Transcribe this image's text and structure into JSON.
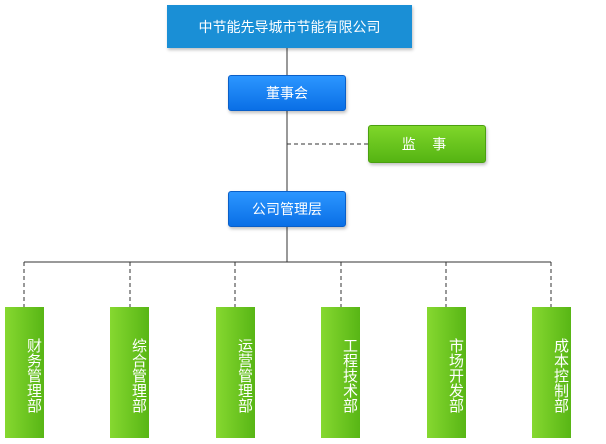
{
  "company": {
    "name": "中节能先导城市节能有限公司"
  },
  "board": {
    "label": "董事会"
  },
  "supervisor": {
    "label": "监 事"
  },
  "management": {
    "label": "公司管理层"
  },
  "departments": [
    {
      "label": "财务管理部"
    },
    {
      "label": "综合管理部"
    },
    {
      "label": "运营管理部"
    },
    {
      "label": "工程技术部"
    },
    {
      "label": "市场开发部"
    },
    {
      "label": "成本控制部"
    }
  ],
  "colors": {
    "company_fill": "#1a8fd6",
    "blue_node_fill": "#1582f5",
    "green_node_fill": "#6cc520",
    "connector": "#333333"
  }
}
